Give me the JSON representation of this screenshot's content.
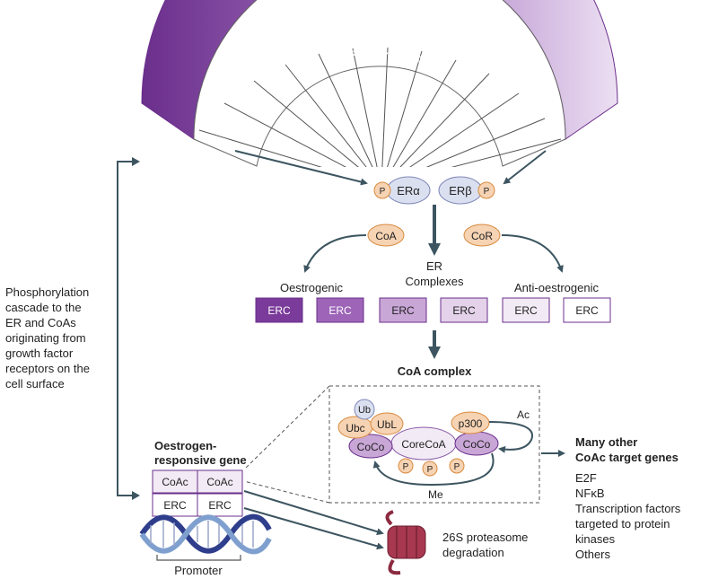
{
  "fan": {
    "title": "Ligands to program ERs"
  },
  "receptors": {
    "era": "ERα",
    "erb": "ERβ",
    "p": "P"
  },
  "cofactors": {
    "coa": "CoA",
    "cor": "CoR"
  },
  "er_complexes": {
    "label_line1": "ER",
    "label_line2": "Complexes",
    "oestrogenic": "Oestrogenic",
    "anti": "Anti-oestrogenic",
    "boxes": [
      "ERC",
      "ERC",
      "ERC",
      "ERC",
      "ERC",
      "ERC"
    ],
    "colors": [
      "#7a3b9a",
      "#9d64b8",
      "#c8a6d6",
      "#e3d2ea",
      "#f2eaf5",
      "#ffffff"
    ]
  },
  "coa_complex": {
    "title": "CoA complex",
    "ub": "Ub",
    "ubc": "Ubc",
    "ubl": "UbL",
    "p300": "p300",
    "coco": "CoCo",
    "core": "CoreCoA",
    "ac": "Ac",
    "me": "Me",
    "p": "P"
  },
  "side_text": [
    "Phosphorylation",
    "cascade to the",
    "ER and CoAs",
    "originating from",
    "growth factor",
    "receptors on the",
    "cell surface"
  ],
  "gene": {
    "title_line1": "Oestrogen-",
    "title_line2": "responsive gene",
    "coac": "CoAc",
    "erc": "ERC",
    "promoter": "Promoter"
  },
  "proteasome": {
    "line1": "26S proteasome",
    "line2": "degradation"
  },
  "targets": {
    "title_line1": "Many other",
    "title_line2": "CoAc target genes",
    "items": [
      "E2F",
      "NFκB",
      "Transcription factors",
      "targeted to protein",
      "kinases",
      "Others"
    ]
  },
  "colors": {
    "purple_dark": "#6b2f8c",
    "purple_light": "#ecdff2",
    "orange_fill": "#f6d3b3",
    "orange_stroke": "#d98a3e",
    "blue_fill": "#dbe0f0",
    "blue_stroke": "#8088b8",
    "arrow": "#3c5560"
  }
}
